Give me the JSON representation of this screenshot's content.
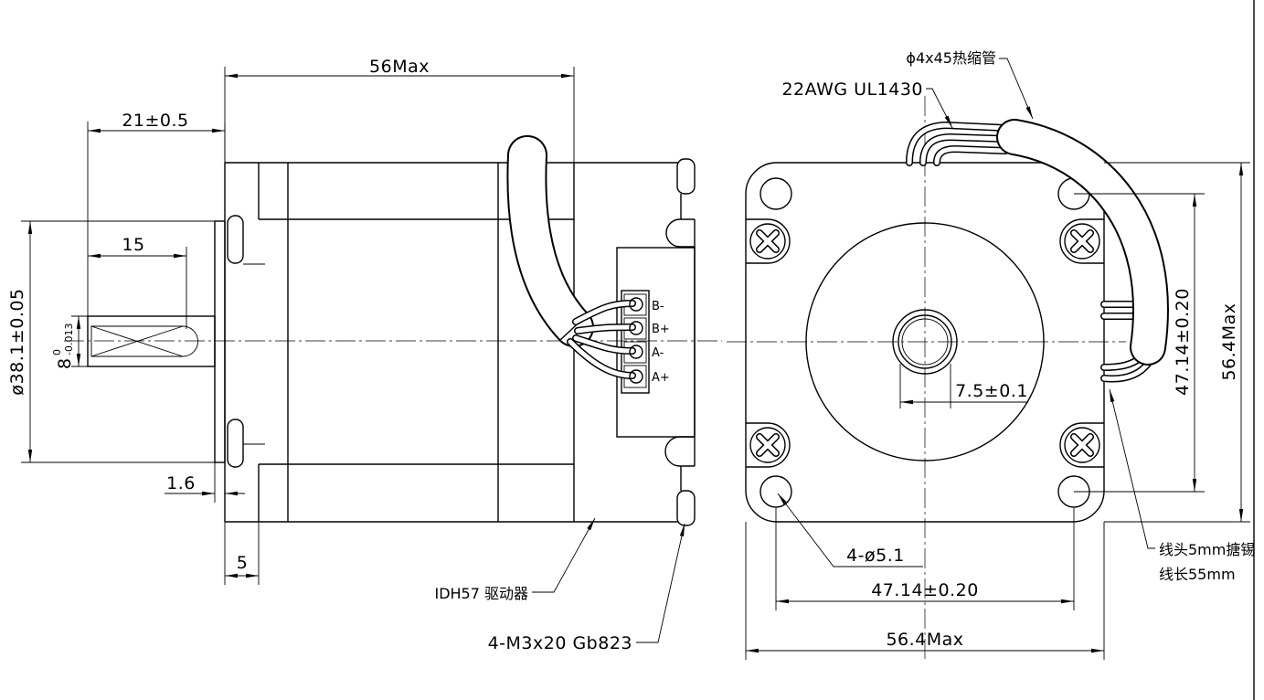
{
  "dimensions": {
    "overall_length": "56Max",
    "shaft_extension": "21±0.5",
    "flat_length": "15",
    "pilot_diameter": "ø38.1±0.05",
    "shaft_diameter": "8",
    "shaft_tol_upper": "0",
    "shaft_tol_lower": "-0.013",
    "pilot_thickness": "1.6",
    "flange_thickness": "5",
    "flat_depth": "7.5±0.1",
    "hole_spacing_vertical": "47.14±0.20",
    "body_height": "56.4Max",
    "mounting_holes": "4-ø5.1",
    "hole_spacing_horizontal": "47.14±0.20",
    "body_width": "56.4Max"
  },
  "callouts": {
    "driver": "IDH57 驱动器",
    "screws": "4-M3x20 Gb823",
    "heat_shrink": "ϕ4x45热缩管",
    "wire_spec": "22AWG UL1430",
    "wire_tin": "线头5mm搪锡",
    "wire_length": "线长55mm"
  },
  "terminals": [
    "B-",
    "B+",
    "A-",
    "A+"
  ]
}
